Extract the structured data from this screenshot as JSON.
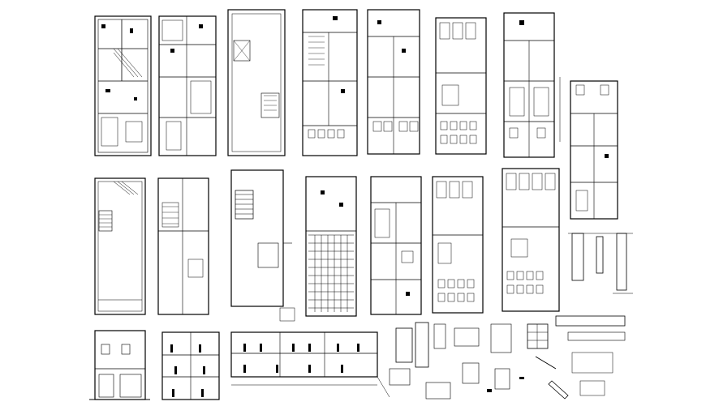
{
  "drawing": {
    "background": "#ffffff",
    "ink": "#000000",
    "sheet_title": ""
  },
  "plans": {
    "row1": [
      "plan-1-1",
      "plan-1-2",
      "plan-1-3",
      "plan-1-4",
      "plan-1-5",
      "plan-1-6",
      "plan-1-7",
      "plan-1-8"
    ],
    "row2": [
      "plan-2-1",
      "plan-2-2",
      "plan-2-3",
      "plan-2-4",
      "plan-2-5",
      "plan-2-6",
      "plan-2-7"
    ]
  },
  "sections": [
    "front-elevation",
    "section-a",
    "section-b"
  ],
  "details": [
    "detail-cluster"
  ]
}
